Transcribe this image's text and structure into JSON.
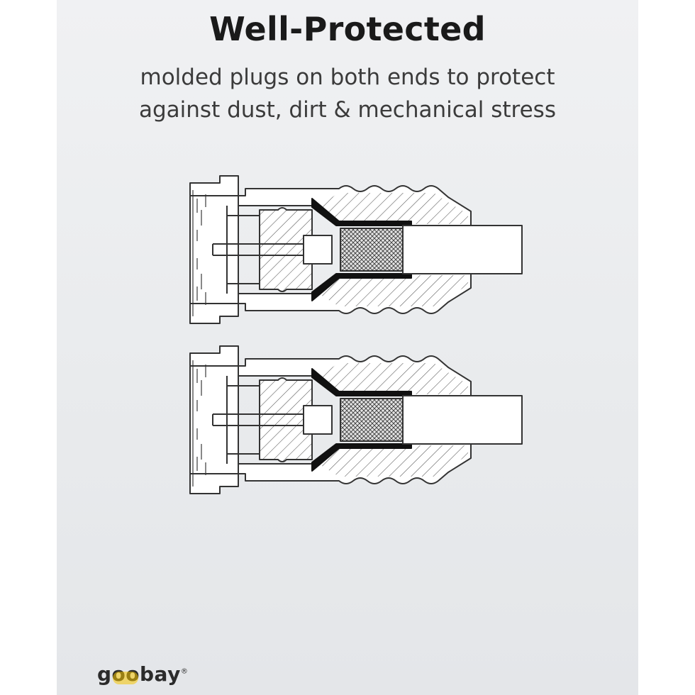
{
  "header": {
    "title": "Well-Protected",
    "subtitle_line1": "molded plugs on both ends to protect",
    "subtitle_line2": "against dust, dirt & mechanical stress"
  },
  "diagram": {
    "connectors": [
      "upper-connector",
      "lower-connector"
    ]
  },
  "brand": {
    "name": "goobay",
    "mark": "®",
    "accent_color": "#f6c400"
  },
  "colors": {
    "background": "#eceef0",
    "line": "#333333",
    "fill": "#ffffff",
    "jacket": "#111111"
  }
}
